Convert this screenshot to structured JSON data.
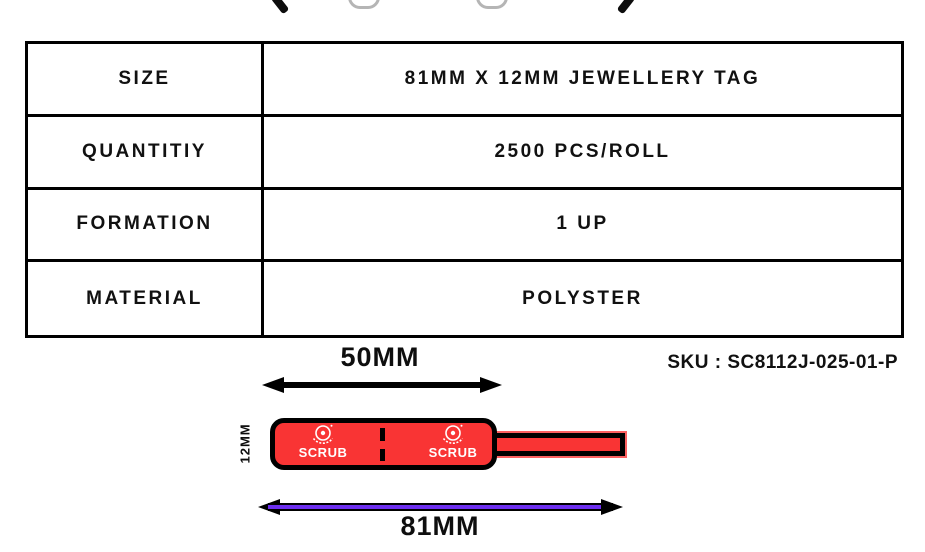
{
  "spec_table": {
    "rows": [
      {
        "label": "SIZE",
        "value": "81MM X 12MM JEWELLERY TAG"
      },
      {
        "label": "QUANTITIY",
        "value": "2500 PCS/ROLL"
      },
      {
        "label": "FORMATION",
        "value": "1 UP"
      },
      {
        "label": "MATERIAL",
        "value": "POLYSTER"
      }
    ]
  },
  "sku": {
    "text": "SKU : SC8112J-025-01-P"
  },
  "diagram": {
    "body_width_label": "50MM",
    "total_width_label": "81MM",
    "height_label": "12MM",
    "brand": "SCRUB",
    "colors": {
      "tag_red": "#f93434",
      "arrow_purple": "#6d2ff0",
      "line_black": "#000000"
    }
  }
}
